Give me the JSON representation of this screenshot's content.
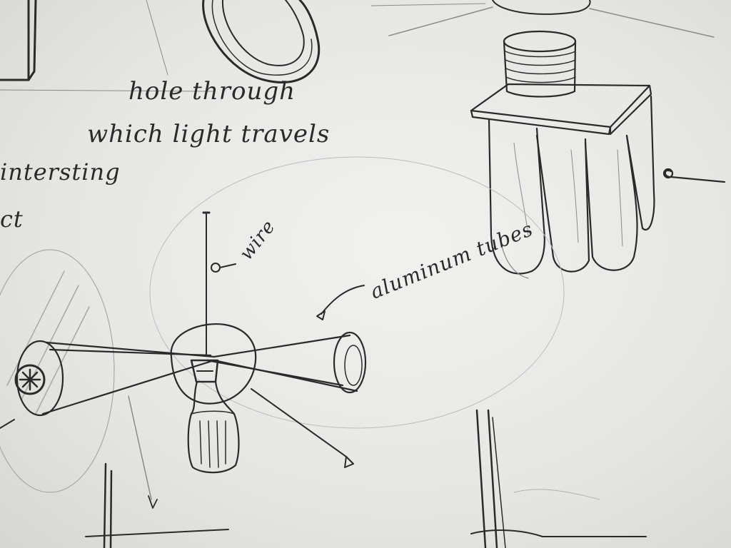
{
  "image": {
    "description_labels": {
      "hole_line_1": "hole through",
      "hole_line_2": "which light travels",
      "fragment_1": "intersting",
      "fragment_2": "ct",
      "wire_label": "wire",
      "tubes_label": "aluminum tubes"
    },
    "colors": {
      "paper": "#eeeeec",
      "pencil": "#2a2a2a",
      "pencil_light": "#8a8a8a"
    }
  }
}
